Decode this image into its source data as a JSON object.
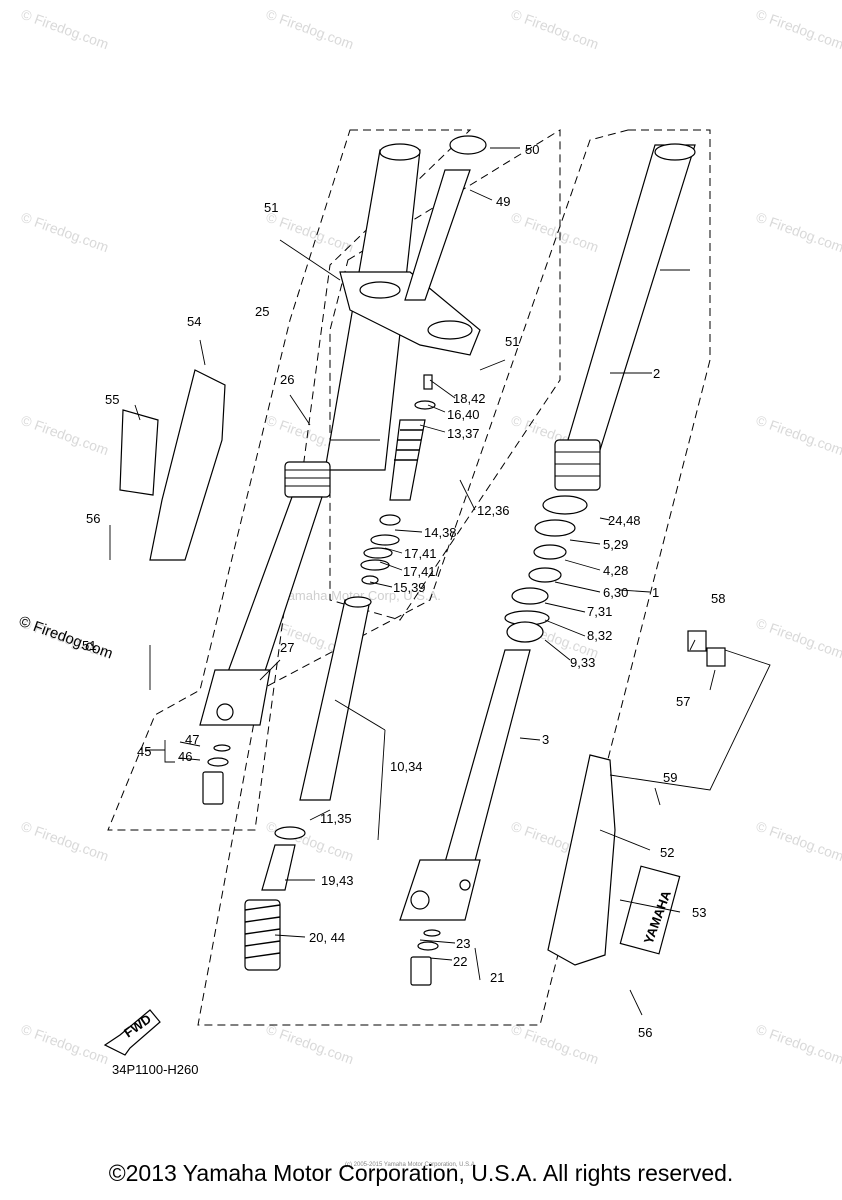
{
  "watermark": {
    "brand": "© Firedog.com",
    "center_text": "Yamaha Motor Corp, U.S.A."
  },
  "labels": {
    "p1": "1",
    "p2": "2",
    "p3": "3",
    "p5_29": "5,29",
    "p4_28": "4,28",
    "p6_30": "6,30",
    "p7_31": "7,31",
    "p8_32": "8,32",
    "p9_33": "9,33",
    "p10_34": "10,34",
    "p11_35": "11,35",
    "p12_36": "12,36",
    "p13_37": "13,37",
    "p14_38": "14,38",
    "p15_39": "15,39",
    "p16_40": "16,40",
    "p17_41a": "17,41",
    "p17_41b": "17,41/",
    "p18_42": "18,42",
    "p19_43": "19,43",
    "p20_44": "20, 44",
    "p21": "21",
    "p22": "22",
    "p23": "23",
    "p24_48": "24,48",
    "p25": "25",
    "p26": "26",
    "p27": "27",
    "p45": "45",
    "p46": "46",
    "p47": "47",
    "p49": "49",
    "p50": "50",
    "p51a": "51",
    "p51b": "51",
    "p51c": "51",
    "p52": "52",
    "p53": "53",
    "p54": "54",
    "p55": "55",
    "p56a": "56",
    "p56b": "56",
    "p57": "57",
    "p58": "58",
    "p59": "59"
  },
  "fwd_arrow": "FWD",
  "guard_logo": "YAMAHA",
  "diagram_code": "34P1100-H260",
  "tiny_copyright": "(c) 2005-2015 Yamaha Motor Corporation, U.S.A.",
  "copyright": "©2013 Yamaha Motor Corporation, U.S.A. All rights reserved."
}
